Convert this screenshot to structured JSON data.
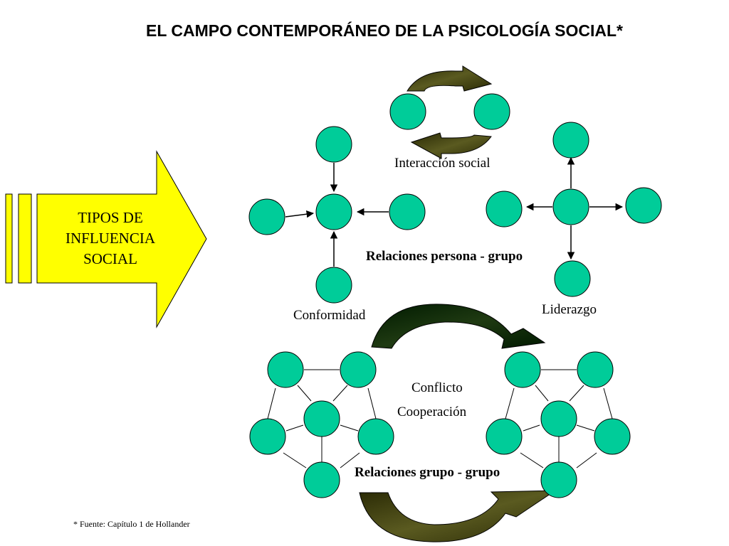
{
  "title": "EL CAMPO CONTEMPORÁNEO DE LA PSICOLOGÍA SOCIAL*",
  "arrow": {
    "line1": "TIPOS DE",
    "line2": "INFLUENCIA",
    "line3": "SOCIAL"
  },
  "labels": {
    "interaccion": "Interacción social",
    "conformidad": "Conformidad",
    "liderazgo": "Liderazgo",
    "relaciones_persona_grupo": "Relaciones persona - grupo",
    "conflicto": "Conflicto",
    "cooperacion": "Cooperación",
    "relaciones_grupo_grupo": "Relaciones grupo - grupo"
  },
  "footnote": "* Fuente: Capítulo 1 de Hollander",
  "colors": {
    "node_fill": "#00cc99",
    "arrow_fill": "#ffff00",
    "curved_arrow_dark": "#0a2a0a",
    "curved_arrow_olive": "#3a3a0a"
  }
}
